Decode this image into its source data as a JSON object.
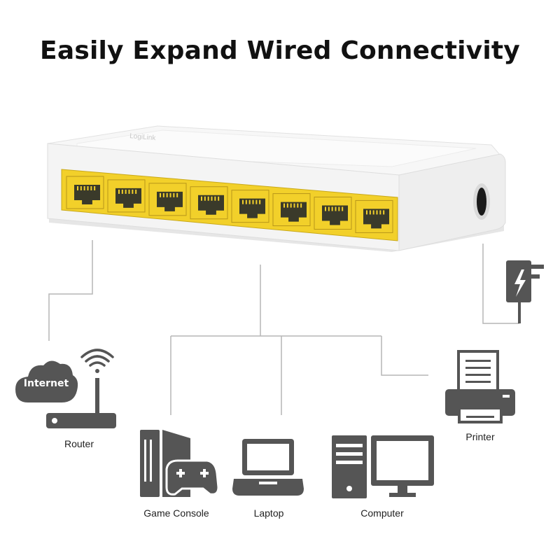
{
  "title": "Easily Expand Wired Connectivity",
  "switch": {
    "brand": "LogiLink",
    "port_count": 8,
    "port_color": "#f2d02a"
  },
  "devices": {
    "router": {
      "label": "Router",
      "cloud_text": "Internet"
    },
    "game_console": {
      "label": "Game Console"
    },
    "laptop": {
      "label": "Laptop"
    },
    "computer": {
      "label": "Computer"
    },
    "printer": {
      "label": "Printer"
    },
    "power_adapter": {
      "icon": "power-adapter-icon"
    }
  },
  "colors": {
    "icon": "#555555",
    "line": "#b5b5b5",
    "switch_body": "#f4f4f4"
  }
}
